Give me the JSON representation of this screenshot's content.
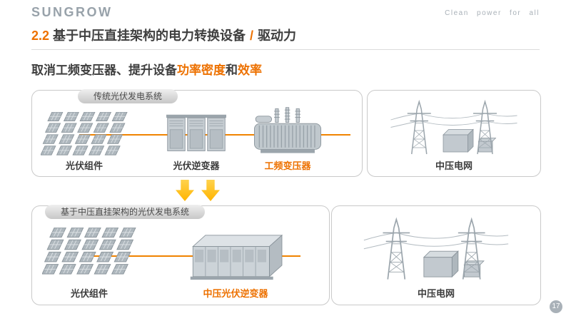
{
  "header": {
    "logo": "SUNGROW",
    "tagline": "Clean power for all"
  },
  "title": {
    "number": "2.2",
    "main": "基于中压直挂架构的电力转换设备",
    "separator": "/",
    "suffix": "驱动力"
  },
  "subtitle": {
    "part1": "取消工频变压器、提升设备",
    "highlight1": "功率密度",
    "part2": "和",
    "highlight2": "效率"
  },
  "diagram": {
    "traditional": {
      "title": "传统光伏发电系统",
      "components": [
        {
          "label": "光伏组件",
          "icon": "solar-array-icon",
          "highlight": false
        },
        {
          "label": "光伏逆变器",
          "icon": "pv-inverter-icon",
          "highlight": false
        },
        {
          "label": "工频变压器",
          "icon": "transformer-icon",
          "highlight": true
        }
      ],
      "grid": {
        "label": "中压电网",
        "icon": "power-grid-icon"
      }
    },
    "mv_direct": {
      "title": "基于中压直挂架构的光伏发电系统",
      "components": [
        {
          "label": "光伏组件",
          "icon": "solar-array-icon",
          "highlight": false
        },
        {
          "label": "中压光伏逆变器",
          "icon": "mv-inverter-icon",
          "highlight": true
        }
      ],
      "grid": {
        "label": "中压电网",
        "icon": "power-grid-icon"
      }
    },
    "transition": {
      "icon": "down-arrow-icon",
      "count": 2
    }
  },
  "footer": {
    "page_number": "17"
  },
  "colors": {
    "accent_orange": "#ED7100",
    "connector_orange": "#F08300",
    "arrow_yellow": "#FFB400",
    "text_dark": "#3F3F3F",
    "gray": "#9AA3AB"
  }
}
